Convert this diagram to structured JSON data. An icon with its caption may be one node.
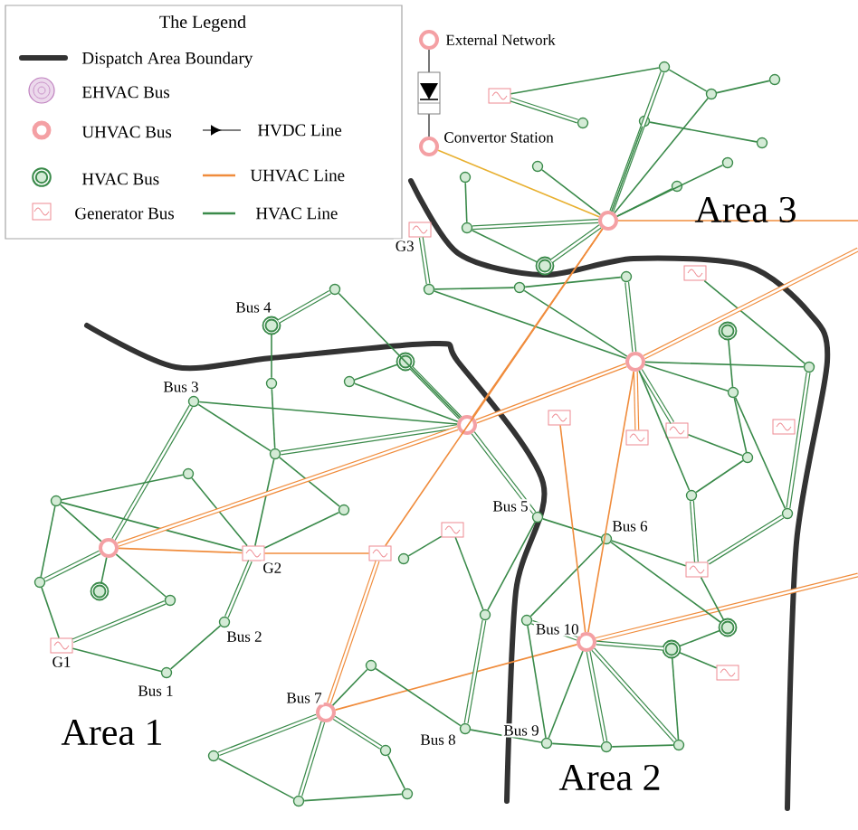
{
  "diagram": {
    "nodes": [
      {
        "text": [],
        "shape": "ring",
        "beside": [
          "External Network"
        ]
      },
      {
        "text": [],
        "shape": "ring",
        "beside": [
          "Convertor Station"
        ]
      },
      {
        "text": [],
        "shape": "ring"
      },
      {
        "text": [],
        "shape": "box"
      },
      {
        "text": [],
        "shape": "circle"
      },
      {
        "text": [],
        "shape": "circle"
      },
      {
        "text": [],
        "shape": "circle"
      },
      {
        "text": [],
        "shape": "circle"
      },
      {
        "text": [],
        "shape": "circle"
      },
      {
        "text": [],
        "shape": "circle"
      },
      {
        "text": [],
        "shape": "circle"
      },
      {
        "text": [],
        "shape": "circle"
      },
      {
        "text": [],
        "shape": "circle"
      },
      {
        "text": [],
        "shape": "circle"
      },
      {
        "text": [],
        "shape": "circle"
      },
      {
        "text": [],
        "shape": "double-circle"
      },
      {
        "text": [],
        "shape": "box",
        "beside": [
          "G3"
        ]
      },
      {
        "text": [],
        "shape": "circle"
      },
      {
        "text": [],
        "shape": "circle"
      },
      {
        "text": [],
        "shape": "circle"
      },
      {
        "text": [],
        "shape": "box"
      },
      {
        "text": [],
        "shape": "ring"
      },
      {
        "text": [],
        "shape": "double-circle"
      },
      {
        "text": [],
        "shape": "circle"
      },
      {
        "text": [],
        "shape": "double-circle",
        "beside": [
          "Bus 4"
        ]
      },
      {
        "text": [],
        "shape": "circle"
      },
      {
        "text": [],
        "shape": "circle"
      },
      {
        "text": [],
        "shape": "circle",
        "beside": [
          "Bus 3"
        ]
      },
      {
        "text": [],
        "shape": "double-circle"
      },
      {
        "text": [],
        "shape": "circle"
      },
      {
        "text": [],
        "shape": "ring"
      },
      {
        "text": [],
        "shape": "circle"
      },
      {
        "text": [],
        "shape": "circle"
      },
      {
        "text": [],
        "shape": "circle"
      },
      {
        "text": [],
        "shape": "ring"
      },
      {
        "text": [],
        "shape": "circle"
      },
      {
        "text": [],
        "shape": "box",
        "beside": [
          "G2"
        ]
      },
      {
        "text": [],
        "shape": "box"
      },
      {
        "text": [],
        "shape": "circle"
      },
      {
        "text": [],
        "shape": "circle"
      },
      {
        "text": [],
        "shape": "double-circle"
      },
      {
        "text": [],
        "shape": "circle"
      },
      {
        "text": [],
        "shape": "circle",
        "beside": [
          "Bus 2"
        ]
      },
      {
        "text": [],
        "shape": "box",
        "beside": [
          "G1"
        ]
      },
      {
        "text": [],
        "shape": "circle",
        "beside": [
          "Bus 1"
        ]
      },
      {
        "text": [],
        "shape": "ring",
        "beside": [
          "Bus 7"
        ]
      },
      {
        "text": [],
        "shape": "circle"
      },
      {
        "text": [],
        "shape": "circle"
      },
      {
        "text": [],
        "shape": "circle"
      },
      {
        "text": [],
        "shape": "circle"
      },
      {
        "text": [],
        "shape": "circle"
      },
      {
        "text": [],
        "shape": "box"
      },
      {
        "text": [],
        "shape": "circle",
        "beside": [
          "Bus 5"
        ]
      },
      {
        "text": [],
        "shape": "circle"
      },
      {
        "text": [],
        "shape": "circle",
        "beside": [
          "Bus 8"
        ]
      },
      {
        "text": [],
        "shape": "circle",
        "beside": [
          "Bus 6"
        ]
      },
      {
        "text": [],
        "shape": "box"
      },
      {
        "text": [],
        "shape": "box"
      },
      {
        "text": [],
        "shape": "box"
      },
      {
        "text": [],
        "shape": "box"
      },
      {
        "text": [],
        "shape": "circle"
      },
      {
        "text": [],
        "shape": "circle"
      },
      {
        "text": [],
        "shape": "circle"
      },
      {
        "text": [],
        "shape": "circle"
      },
      {
        "text": [],
        "shape": "box"
      },
      {
        "text": [],
        "shape": "ring",
        "beside": [
          "Bus 10"
        ]
      },
      {
        "text": [],
        "shape": "circle"
      },
      {
        "text": [],
        "shape": "double-circle"
      },
      {
        "text": [],
        "shape": "double-circle"
      },
      {
        "text": [],
        "shape": "box"
      },
      {
        "text": [],
        "shape": "circle",
        "beside": [
          "Bus 9"
        ]
      },
      {
        "text": [],
        "shape": "circle"
      },
      {
        "text": [],
        "shape": "circle"
      }
    ],
    "edges": [
      {
        "from": 0,
        "to": 1,
        "arrow": "to",
        "color": "#555555"
      },
      {
        "from": 1,
        "to": 2,
        "arrow": "none",
        "color": "#e8b030"
      },
      {
        "from": 3,
        "to": 4,
        "arrow": "none"
      },
      {
        "from": 3,
        "to": 5,
        "arrow": "none",
        "style": "thick"
      },
      {
        "from": 4,
        "to": 7,
        "arrow": "none"
      },
      {
        "from": 4,
        "to": 2,
        "arrow": "none",
        "style": "thick"
      },
      {
        "from": 6,
        "to": 9,
        "arrow": "none"
      },
      {
        "from": 6,
        "to": 2,
        "arrow": "none"
      },
      {
        "from": 7,
        "to": 8,
        "arrow": "none"
      },
      {
        "from": 7,
        "to": 2,
        "arrow": "none"
      },
      {
        "from": 10,
        "to": 2,
        "arrow": "none"
      },
      {
        "from": 11,
        "to": 2,
        "arrow": "none"
      },
      {
        "from": 12,
        "to": 2,
        "arrow": "none"
      },
      {
        "from": 13,
        "to": 14,
        "arrow": "none"
      },
      {
        "from": 14,
        "to": 2,
        "arrow": "none",
        "style": "thick"
      },
      {
        "from": 15,
        "to": 2,
        "arrow": "none",
        "style": "thick"
      },
      {
        "from": 15,
        "to": 14,
        "arrow": "none"
      },
      {
        "from": 16,
        "to": 17,
        "arrow": "none",
        "style": "thick"
      },
      {
        "from": 17,
        "to": 18,
        "arrow": "none"
      },
      {
        "from": 17,
        "to": 21,
        "arrow": "none"
      },
      {
        "from": 18,
        "to": 21,
        "arrow": "none"
      },
      {
        "from": 19,
        "to": 21,
        "arrow": "none",
        "style": "thick"
      },
      {
        "from": 18,
        "to": 19,
        "arrow": "none"
      },
      {
        "from": 20,
        "to": 23,
        "arrow": "none"
      },
      {
        "from": 21,
        "to": 23,
        "arrow": "none"
      },
      {
        "from": 24,
        "to": 25,
        "arrow": "none",
        "style": "thick"
      },
      {
        "from": 24,
        "to": 26,
        "arrow": "none"
      },
      {
        "from": 26,
        "to": 31,
        "arrow": "none"
      },
      {
        "from": 27,
        "to": 31,
        "arrow": "none"
      },
      {
        "from": 27,
        "to": 30,
        "arrow": "none"
      },
      {
        "from": 27,
        "to": 34,
        "arrow": "none",
        "style": "thick"
      },
      {
        "from": 31,
        "to": 30,
        "arrow": "none",
        "style": "thick"
      },
      {
        "from": 31,
        "to": 36,
        "arrow": "none"
      },
      {
        "from": 31,
        "to": 35,
        "arrow": "none"
      },
      {
        "from": 32,
        "to": 33,
        "arrow": "none"
      },
      {
        "from": 32,
        "to": 36,
        "arrow": "none"
      },
      {
        "from": 33,
        "to": 36,
        "arrow": "none"
      },
      {
        "from": 33,
        "to": 34,
        "arrow": "none"
      },
      {
        "from": 33,
        "to": 39,
        "arrow": "none"
      },
      {
        "from": 34,
        "to": 39,
        "arrow": "none",
        "style": "thick"
      },
      {
        "from": 34,
        "to": 40,
        "arrow": "none"
      },
      {
        "from": 34,
        "to": 41,
        "arrow": "none"
      },
      {
        "from": 34,
        "to": 30,
        "arrow": "none",
        "style": "thick",
        "color": "#f08c3c"
      },
      {
        "from": 34,
        "to": 36,
        "arrow": "none",
        "color": "#f08c3c"
      },
      {
        "from": 36,
        "to": 37,
        "arrow": "none",
        "color": "#f08c3c"
      },
      {
        "from": 37,
        "to": 2,
        "arrow": "none",
        "color": "#f08c3c"
      },
      {
        "from": 37,
        "to": 45,
        "arrow": "none",
        "style": "thick",
        "color": "#f08c3c"
      },
      {
        "from": 36,
        "to": 35,
        "arrow": "none"
      },
      {
        "from": 36,
        "to": 42,
        "arrow": "none",
        "style": "thick"
      },
      {
        "from": 42,
        "to": 44,
        "arrow": "none"
      },
      {
        "from": 43,
        "to": 44,
        "arrow": "none"
      },
      {
        "from": 43,
        "to": 41,
        "arrow": "none",
        "style": "thick"
      },
      {
        "from": 39,
        "to": 43,
        "arrow": "none"
      },
      {
        "from": 28,
        "to": 30,
        "arrow": "none",
        "style": "thick"
      },
      {
        "from": 29,
        "to": 30,
        "arrow": "none"
      },
      {
        "from": 28,
        "to": 29,
        "arrow": "none"
      },
      {
        "from": 30,
        "to": 21,
        "arrow": "none",
        "style": "thick",
        "color": "#f08c3c"
      },
      {
        "from": 2,
        "to": 30,
        "arrow": "none",
        "color": "#f08c3c"
      },
      {
        "from": 30,
        "to": 52,
        "arrow": "none",
        "style": "thick"
      },
      {
        "from": 30,
        "to": 25,
        "arrow": "none"
      },
      {
        "from": 45,
        "to": 46,
        "arrow": "none"
      },
      {
        "from": 45,
        "to": 47,
        "arrow": "none",
        "style": "thick"
      },
      {
        "from": 45,
        "to": 48,
        "arrow": "none",
        "style": "thick"
      },
      {
        "from": 45,
        "to": 49,
        "arrow": "none",
        "style": "thick"
      },
      {
        "from": 45,
        "to": 65,
        "arrow": "none",
        "color": "#f08c3c"
      },
      {
        "from": 65,
        "to": null,
        "arrow": "none",
        "style": "thick",
        "color": "#f08c3c"
      },
      {
        "from": 47,
        "to": 49,
        "arrow": "none"
      },
      {
        "from": 49,
        "to": 50,
        "arrow": "none"
      },
      {
        "from": 48,
        "to": 50,
        "arrow": "none"
      },
      {
        "from": 46,
        "to": 54,
        "arrow": "none"
      },
      {
        "from": 54,
        "to": 53,
        "arrow": "none",
        "style": "thick"
      },
      {
        "from": 53,
        "to": 52,
        "arrow": "none"
      },
      {
        "from": 53,
        "to": 51,
        "arrow": "none"
      },
      {
        "from": 51,
        "to": 38,
        "arrow": "none"
      },
      {
        "from": 54,
        "to": 70,
        "arrow": "none"
      },
      {
        "from": 52,
        "to": 55,
        "arrow": "none"
      },
      {
        "from": 55,
        "to": 66,
        "arrow": "none"
      },
      {
        "from": 55,
        "to": 68,
        "arrow": "none"
      },
      {
        "from": 55,
        "to": 64,
        "arrow": "none"
      },
      {
        "from": 66,
        "to": 65,
        "arrow": "none",
        "style": "thick"
      },
      {
        "from": 66,
        "to": 70,
        "arrow": "none"
      },
      {
        "from": 65,
        "to": 70,
        "arrow": "none"
      },
      {
        "from": 65,
        "to": 71,
        "arrow": "none",
        "style": "thick"
      },
      {
        "from": 65,
        "to": 72,
        "arrow": "none",
        "style": "thick"
      },
      {
        "from": 65,
        "to": 67,
        "arrow": "none",
        "style": "thick"
      },
      {
        "from": 67,
        "to": 72,
        "arrow": "none"
      },
      {
        "from": 67,
        "to": 68,
        "arrow": "none"
      },
      {
        "from": 70,
        "to": 71,
        "arrow": "none"
      },
      {
        "from": 71,
        "to": 72,
        "arrow": "none"
      },
      {
        "from": 21,
        "to": 57,
        "arrow": "none",
        "style": "thick",
        "color": "#f08c3c"
      },
      {
        "from": 21,
        "to": 65,
        "arrow": "none",
        "color": "#f08c3c"
      },
      {
        "from": 56,
        "to": 65,
        "arrow": "none",
        "color": "#f08c3c"
      },
      {
        "from": 2,
        "to": null,
        "arrow": "none",
        "color": "#f08c3c"
      },
      {
        "from": 21,
        "to": null,
        "arrow": "none",
        "style": "thick",
        "color": "#f08c3c"
      },
      {
        "from": 21,
        "to": 60,
        "arrow": "none"
      },
      {
        "from": 21,
        "to": 58,
        "arrow": "none",
        "style": "thick"
      },
      {
        "from": 21,
        "to": 62,
        "arrow": "none"
      },
      {
        "from": 22,
        "to": 60,
        "arrow": "none"
      },
      {
        "from": 60,
        "to": 61,
        "arrow": "none"
      },
      {
        "from": 60,
        "to": 63,
        "arrow": "none"
      },
      {
        "from": 61,
        "to": 62,
        "arrow": "none"
      },
      {
        "from": 62,
        "to": 64,
        "arrow": "none",
        "style": "thick"
      },
      {
        "from": 63,
        "to": 64,
        "arrow": "none",
        "style": "thick"
      },
      {
        "from": 23,
        "to": 63,
        "arrow": "none",
        "style": "thick"
      },
      {
        "from": 64,
        "to": 68,
        "arrow": "none"
      },
      {
        "from": 58,
        "to": 61,
        "arrow": "none"
      },
      {
        "from": 67,
        "to": 69,
        "arrow": "none"
      }
    ],
    "labels": [
      "The Legend",
      "Area 1",
      "Area 2",
      "Area 3"
    ],
    "legend": [
      {
        "text": "Dispatch Area Boundary"
      },
      {
        "text": "EHVAC Bus"
      },
      {
        "text": "UHVAC Bus"
      },
      {
        "text": "HVDC Line"
      },
      {
        "text": "HVAC Bus"
      },
      {
        "text": "UHVAC Line"
      },
      {
        "text": "Generator Bus"
      },
      {
        "text": "HVAC Line"
      }
    ]
  }
}
